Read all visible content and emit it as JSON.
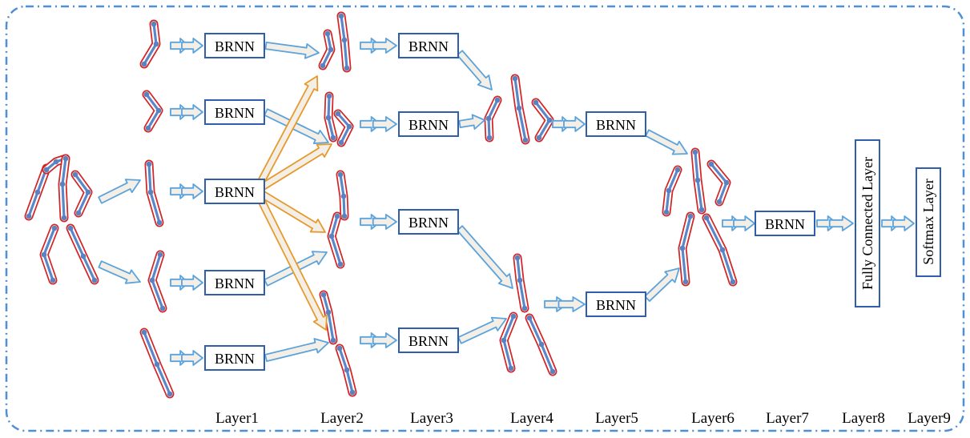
{
  "colors": {
    "frame": "#4f8fd4",
    "box_border": "#2f5faa",
    "arrow_blue_stroke": "#5ba3dc",
    "arrow_orange_stroke": "#e69a2e",
    "arrow_fill": "#f4efe6",
    "limb_red": "#d42626",
    "limb_blue": "#5a87c8",
    "joint": "#5a82c0"
  },
  "brnn_label": "BRNN",
  "fc_label": "Fully Connected Layer",
  "softmax_label": "Softmax Layer",
  "layers": [
    "Layer1",
    "Layer2",
    "Layer3",
    "Layer4",
    "Layer5",
    "Layer6",
    "Layer7",
    "Layer8",
    "Layer9"
  ],
  "icons": [
    "skeleton-icon",
    "body-part-icon",
    "arrow-icon"
  ]
}
